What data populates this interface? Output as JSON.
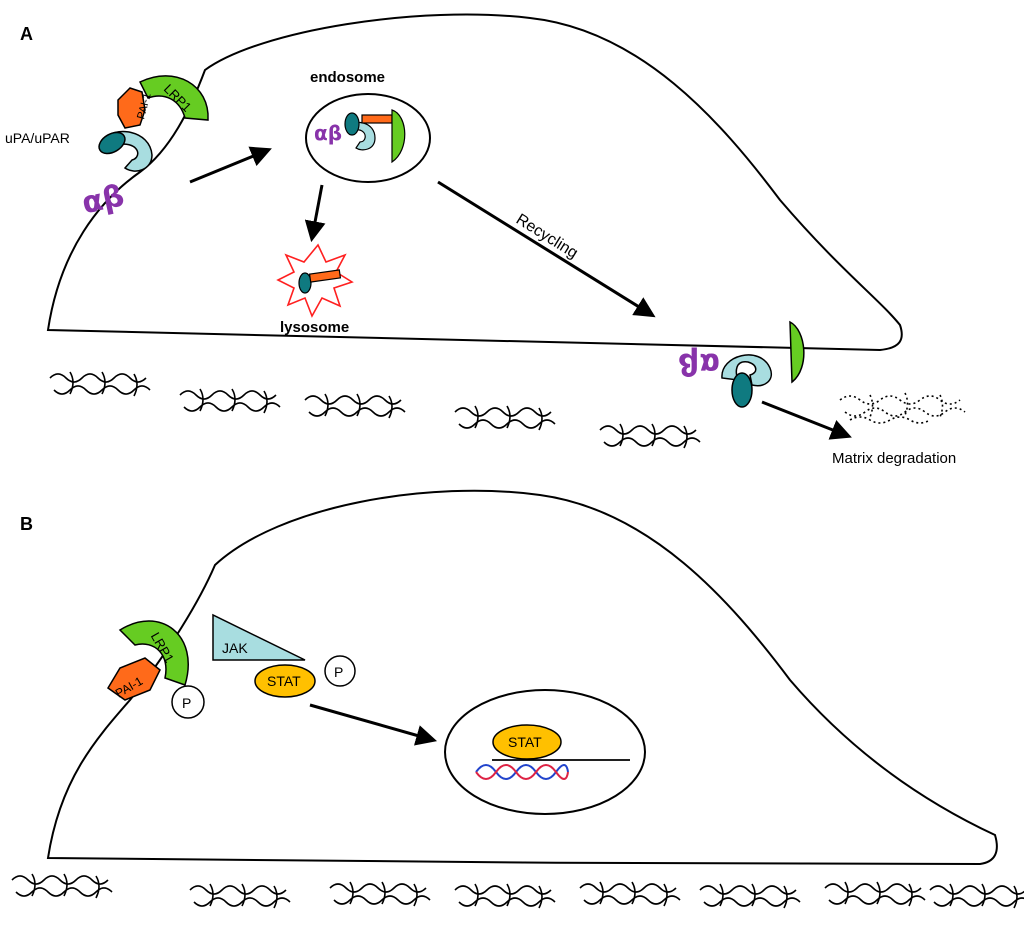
{
  "panel_a": {
    "letter": "A",
    "labels": {
      "upa_upar": "uPA/uPAR",
      "pai1": "PAI-1",
      "lrp1": "LRP1",
      "integrin": "αβ",
      "endosome": "endosome",
      "lysosome": "lysosome",
      "recycling": "Recycling",
      "matrix_degradation": "Matrix degradation"
    }
  },
  "panel_b": {
    "letter": "B",
    "labels": {
      "pai1": "PAI-1",
      "lrp1": "LRP1",
      "phospho": "P",
      "jak": "JAK",
      "stat": "STAT"
    }
  },
  "colors": {
    "lrp1_green": "#66cc22",
    "pai1_orange": "#ff6a1a",
    "upar_lightblue": "#a8dde0",
    "upa_teal": "#0f7a80",
    "integrin_purple": "#8833aa",
    "jak_blue": "#a8dde0",
    "stat_yellow": "#ffc000",
    "lysosome_red": "#ff2020",
    "dna_blue": "#2244cc",
    "dna_red": "#dd2244"
  }
}
